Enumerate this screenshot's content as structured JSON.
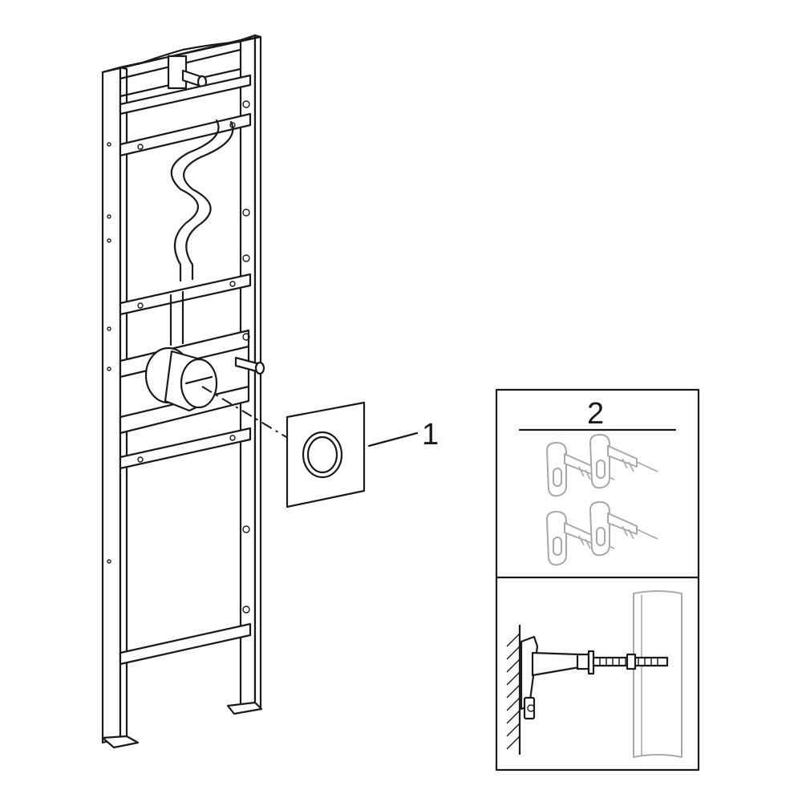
{
  "diagram": {
    "callouts": [
      {
        "id": "plate",
        "label": "1"
      },
      {
        "id": "brackets",
        "label": "2"
      }
    ],
    "colors": {
      "line": "#1a1a1a",
      "grey": "#a8a8a8",
      "background": "#ffffff"
    }
  }
}
